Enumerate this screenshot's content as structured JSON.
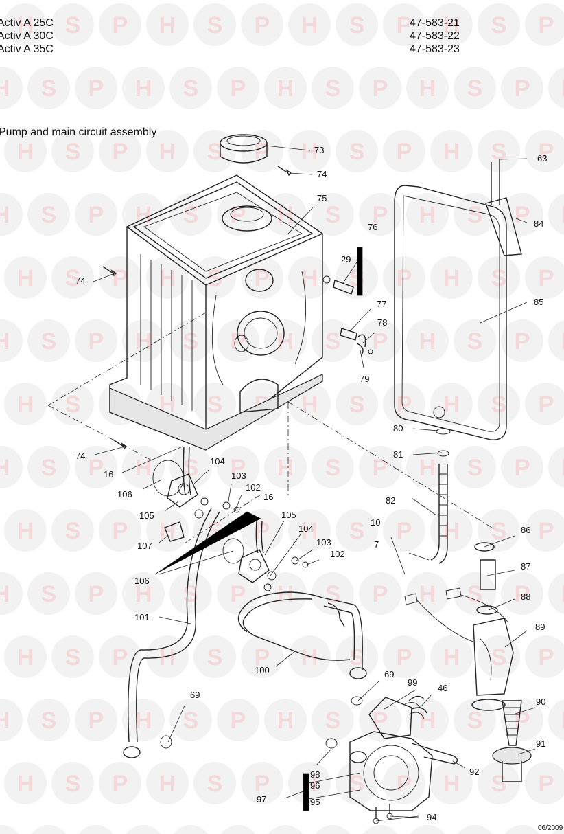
{
  "header": {
    "models": [
      "Activ A 25C",
      "Activ A 30C",
      "Activ A 35C"
    ],
    "part_codes": [
      "47-583-21",
      "47-583-22",
      "47-583-23"
    ]
  },
  "title": "Pump and main circuit assembly",
  "watermark": {
    "letters": [
      "H",
      "S",
      "P"
    ],
    "colors": {
      "circle": "#e8e8e8",
      "letter": "#f5cfd2"
    }
  },
  "date_code": "06/2009",
  "callouts": {
    "c73": "73",
    "c74a": "74",
    "c75": "75",
    "c74b": "74",
    "c76": "76",
    "c29": "29",
    "c77": "77",
    "c78": "78",
    "c79": "79",
    "c63": "63",
    "c84": "84",
    "c85": "85",
    "c80": "80",
    "c81": "81",
    "c82": "82",
    "c74c": "74",
    "c16a": "16",
    "c106a": "106",
    "c104a": "104",
    "c103a": "103",
    "c102a": "102",
    "c105a": "105",
    "c107": "107",
    "c16b": "16",
    "c105b": "105",
    "c104b": "104",
    "c103b": "103",
    "c102b": "102",
    "c106b": "106",
    "c10": "10",
    "c7": "7",
    "c86": "86",
    "c87": "87",
    "c88": "88",
    "c89": "89",
    "c101": "101",
    "c100": "100",
    "c69a": "69",
    "c99": "99",
    "c46": "46",
    "c69b": "69",
    "c90": "90",
    "c91": "91",
    "c98": "98",
    "c92": "92",
    "c96": "96",
    "c97": "97",
    "c95": "95",
    "c94": "94"
  }
}
